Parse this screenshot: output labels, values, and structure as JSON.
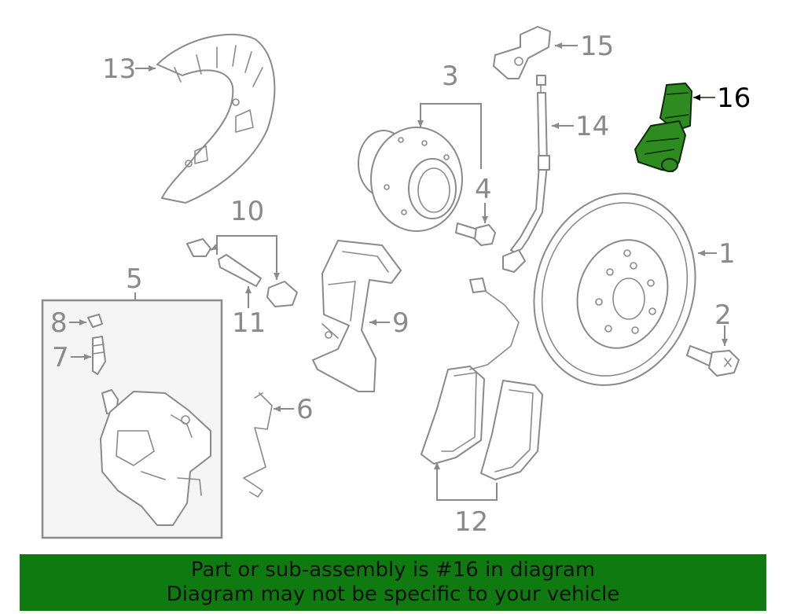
{
  "banner": {
    "line1": "Part or sub-assembly is #16 in diagram",
    "line2": "Diagram may not be specific to your vehicle"
  },
  "callouts": {
    "c1": "1",
    "c2": "2",
    "c3": "3",
    "c4": "4",
    "c5": "5",
    "c6": "6",
    "c7": "7",
    "c8": "8",
    "c9": "9",
    "c10": "10",
    "c11": "11",
    "c12": "12",
    "c13": "13",
    "c14": "14",
    "c15": "15",
    "c16": "16"
  },
  "highlight": {
    "part": "16",
    "color": "#2e8b1f"
  }
}
